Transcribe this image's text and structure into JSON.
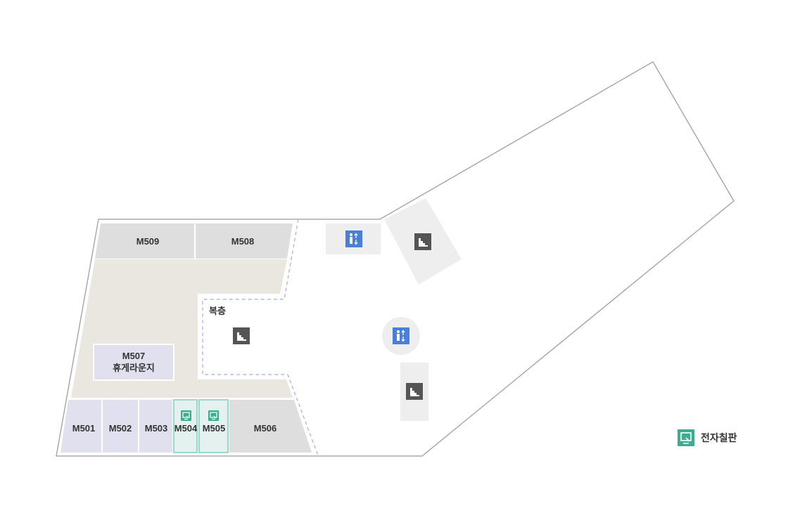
{
  "floor_map": {
    "rooms": {
      "m501": "M501",
      "m502": "M502",
      "m503": "M503",
      "m504": "M504",
      "m505": "M505",
      "m506": "M506",
      "m507": "M507",
      "m507_sub": "휴게라운지",
      "m508": "M508",
      "m509": "M509"
    },
    "mezzanine_label": "복층",
    "legend": {
      "electronic_blackboard_label": "전자칠판",
      "electronic_blackboard_icon": "blackboard-icon"
    },
    "icons": {
      "elevator": "elevator-icon",
      "stairs": "stairs-icon"
    },
    "colors": {
      "outline": "#aaaaaa",
      "room_lavender": "#e0e0ef",
      "room_gray": "#dedede",
      "lounge_beige": "#e9e7df",
      "blackboard_room": "#e4f1ee",
      "blackboard_border": "#7fcfbb",
      "accent_teal": "#3dac90",
      "elevator_blue": "#4a7fd8",
      "stairs_dark": "#555555",
      "core_gray": "#eeeeee",
      "mezz_dash": "#a9a9e6"
    }
  }
}
